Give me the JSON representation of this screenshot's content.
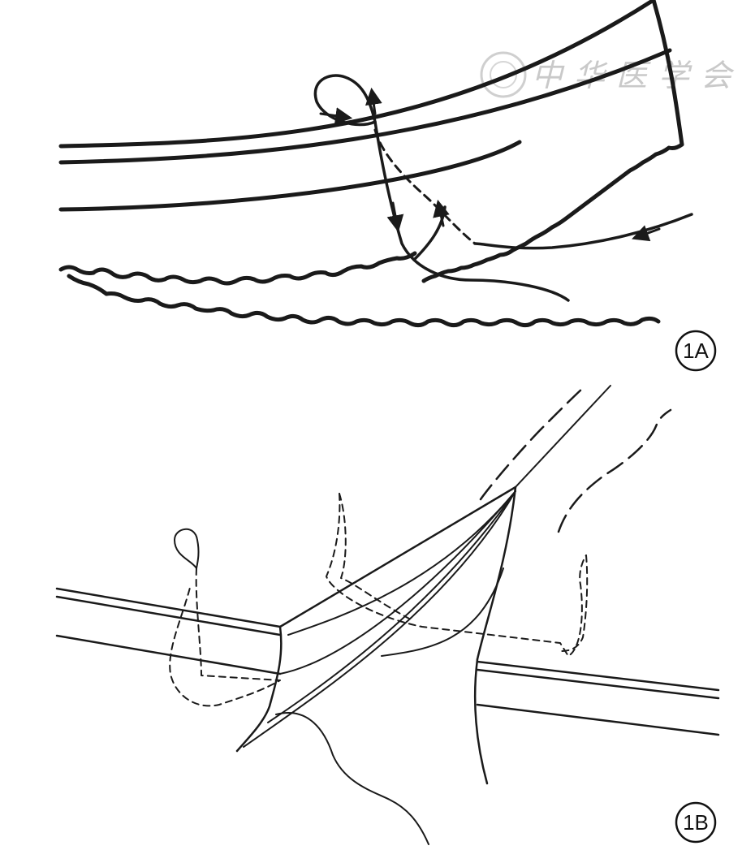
{
  "figure": {
    "panels": [
      {
        "id": "panel-1a",
        "label": "1A"
      },
      {
        "id": "panel-1b",
        "label": "1B"
      }
    ],
    "watermark": {
      "text": "中华医学会"
    }
  }
}
